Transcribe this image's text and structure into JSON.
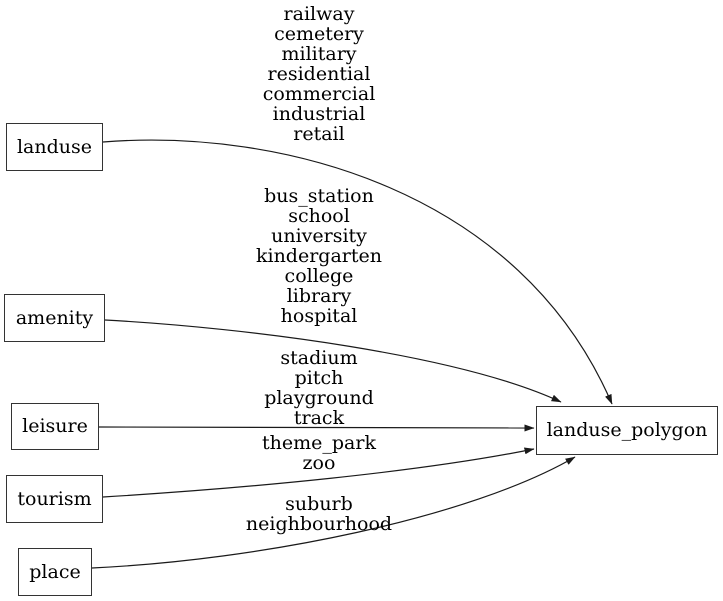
{
  "diagram": {
    "type": "directed-graph",
    "background_color": "#ffffff",
    "edge_color": "#1a1a1a",
    "node_border_color": "#333333",
    "text_color": "#000000",
    "nodes": [
      {
        "id": "landuse",
        "label": "landuse"
      },
      {
        "id": "amenity",
        "label": "amenity"
      },
      {
        "id": "leisure",
        "label": "leisure"
      },
      {
        "id": "tourism",
        "label": "tourism"
      },
      {
        "id": "place",
        "label": "place"
      },
      {
        "id": "landuse_polygon",
        "label": "landuse_polygon"
      }
    ],
    "edges": [
      {
        "from": "landuse",
        "to": "landuse_polygon",
        "labels": [
          "railway",
          "cemetery",
          "military",
          "residential",
          "commercial",
          "industrial",
          "retail"
        ]
      },
      {
        "from": "amenity",
        "to": "landuse_polygon",
        "labels": [
          "bus_station",
          "school",
          "university",
          "kindergarten",
          "college",
          "library",
          "hospital"
        ]
      },
      {
        "from": "leisure",
        "to": "landuse_polygon",
        "labels": [
          "stadium",
          "pitch",
          "playground",
          "track"
        ]
      },
      {
        "from": "tourism",
        "to": "landuse_polygon",
        "labels": [
          "theme_park",
          "zoo"
        ]
      },
      {
        "from": "place",
        "to": "landuse_polygon",
        "labels": [
          "suburb",
          "neighbourhood"
        ]
      }
    ]
  }
}
